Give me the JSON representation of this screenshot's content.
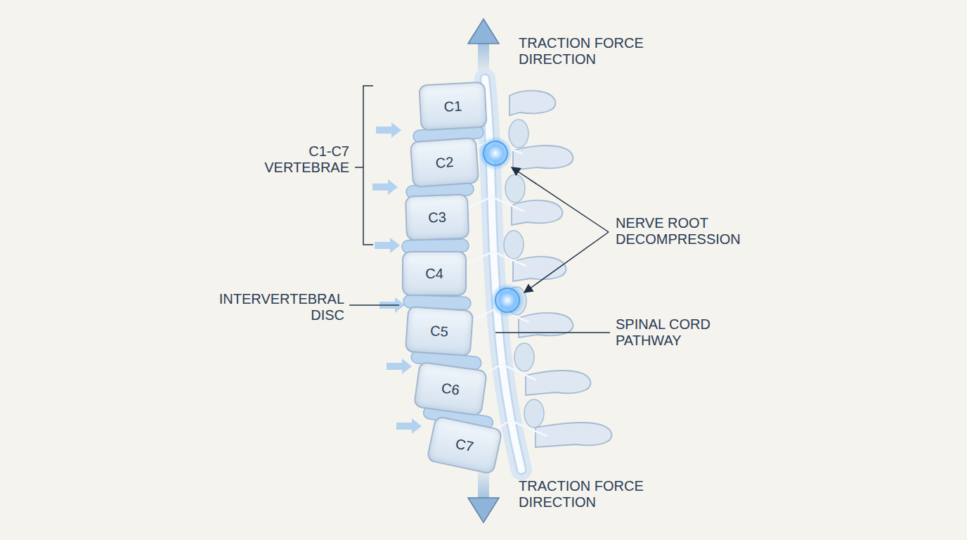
{
  "diagram": {
    "nodes": [
      {
        "text": [
          "C1"
        ]
      },
      {
        "text": [
          "C2"
        ]
      },
      {
        "text": [
          "C3"
        ]
      },
      {
        "text": [
          "C4"
        ]
      },
      {
        "text": [
          "C5"
        ]
      },
      {
        "text": [
          "C6"
        ]
      },
      {
        "text": [
          "C7"
        ]
      }
    ],
    "labels": [
      "TRACTION FORCE DIRECTION",
      "C1-C7 VERTEBRAE",
      "NERVE ROOT DECOMPRESSION",
      "INTERVERTEBRAL DISC",
      "SPINAL CORD PATHWAY",
      "TRACTION FORCE DIRECTION"
    ]
  }
}
